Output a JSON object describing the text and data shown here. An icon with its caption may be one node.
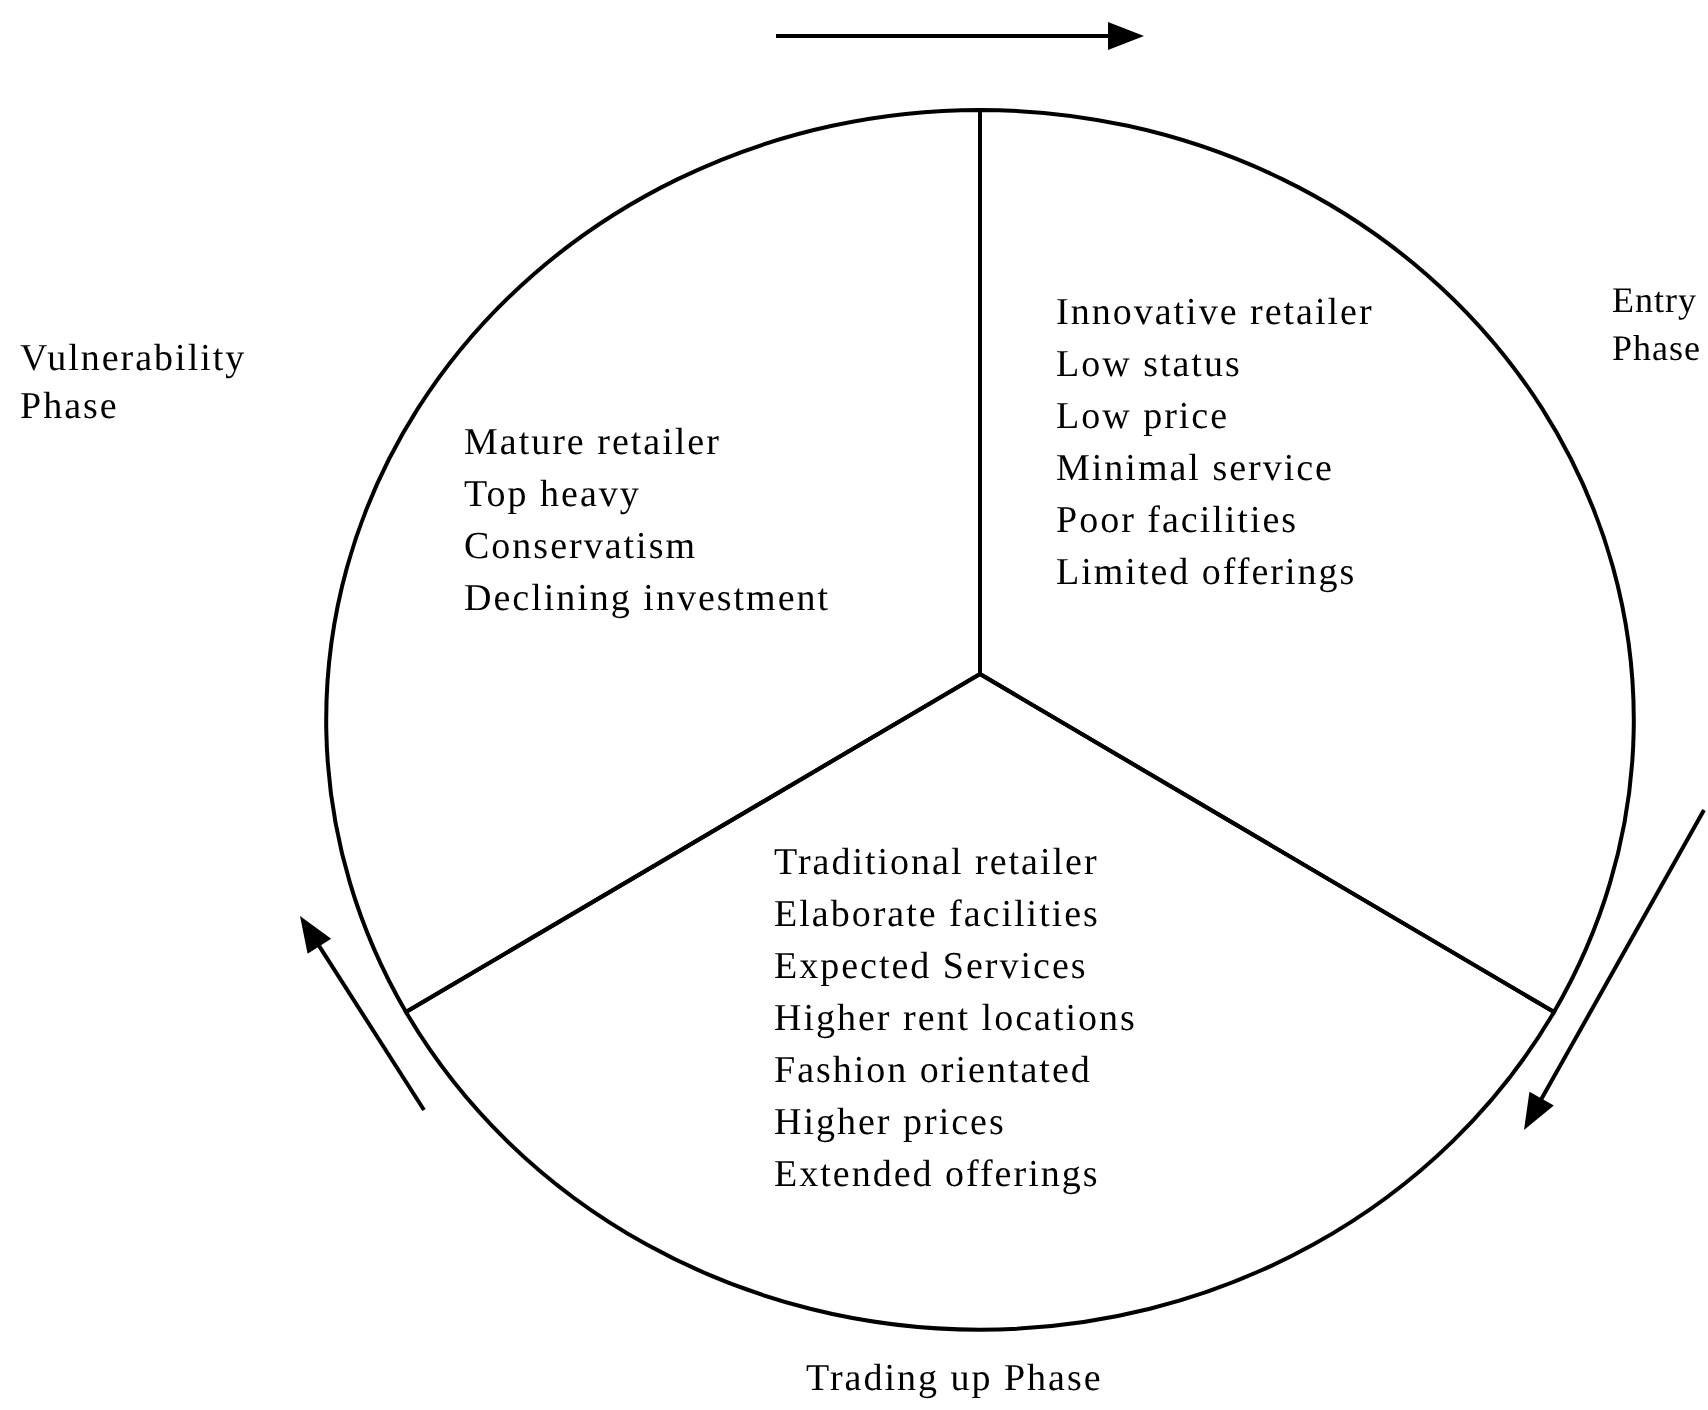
{
  "diagram": {
    "nodes": [
      {
        "text": [
          "Innovative retailer",
          "Low status",
          "Low price",
          "Minimal service",
          "Poor facilities",
          "Limited offerings"
        ]
      },
      {
        "text": [
          "Traditional retailer",
          "Elaborate facilities",
          "Expected Services",
          "Higher rent locations",
          "Fashion orientated",
          "Higher prices",
          "Extended offerings"
        ]
      },
      {
        "text": [
          "Mature retailer",
          "Top heavy",
          "Conservatism",
          "Declining investment"
        ]
      }
    ],
    "edges": [],
    "labels": [
      "Entry Phase",
      "Vulnerability Phase",
      "Trading up Phase"
    ]
  }
}
